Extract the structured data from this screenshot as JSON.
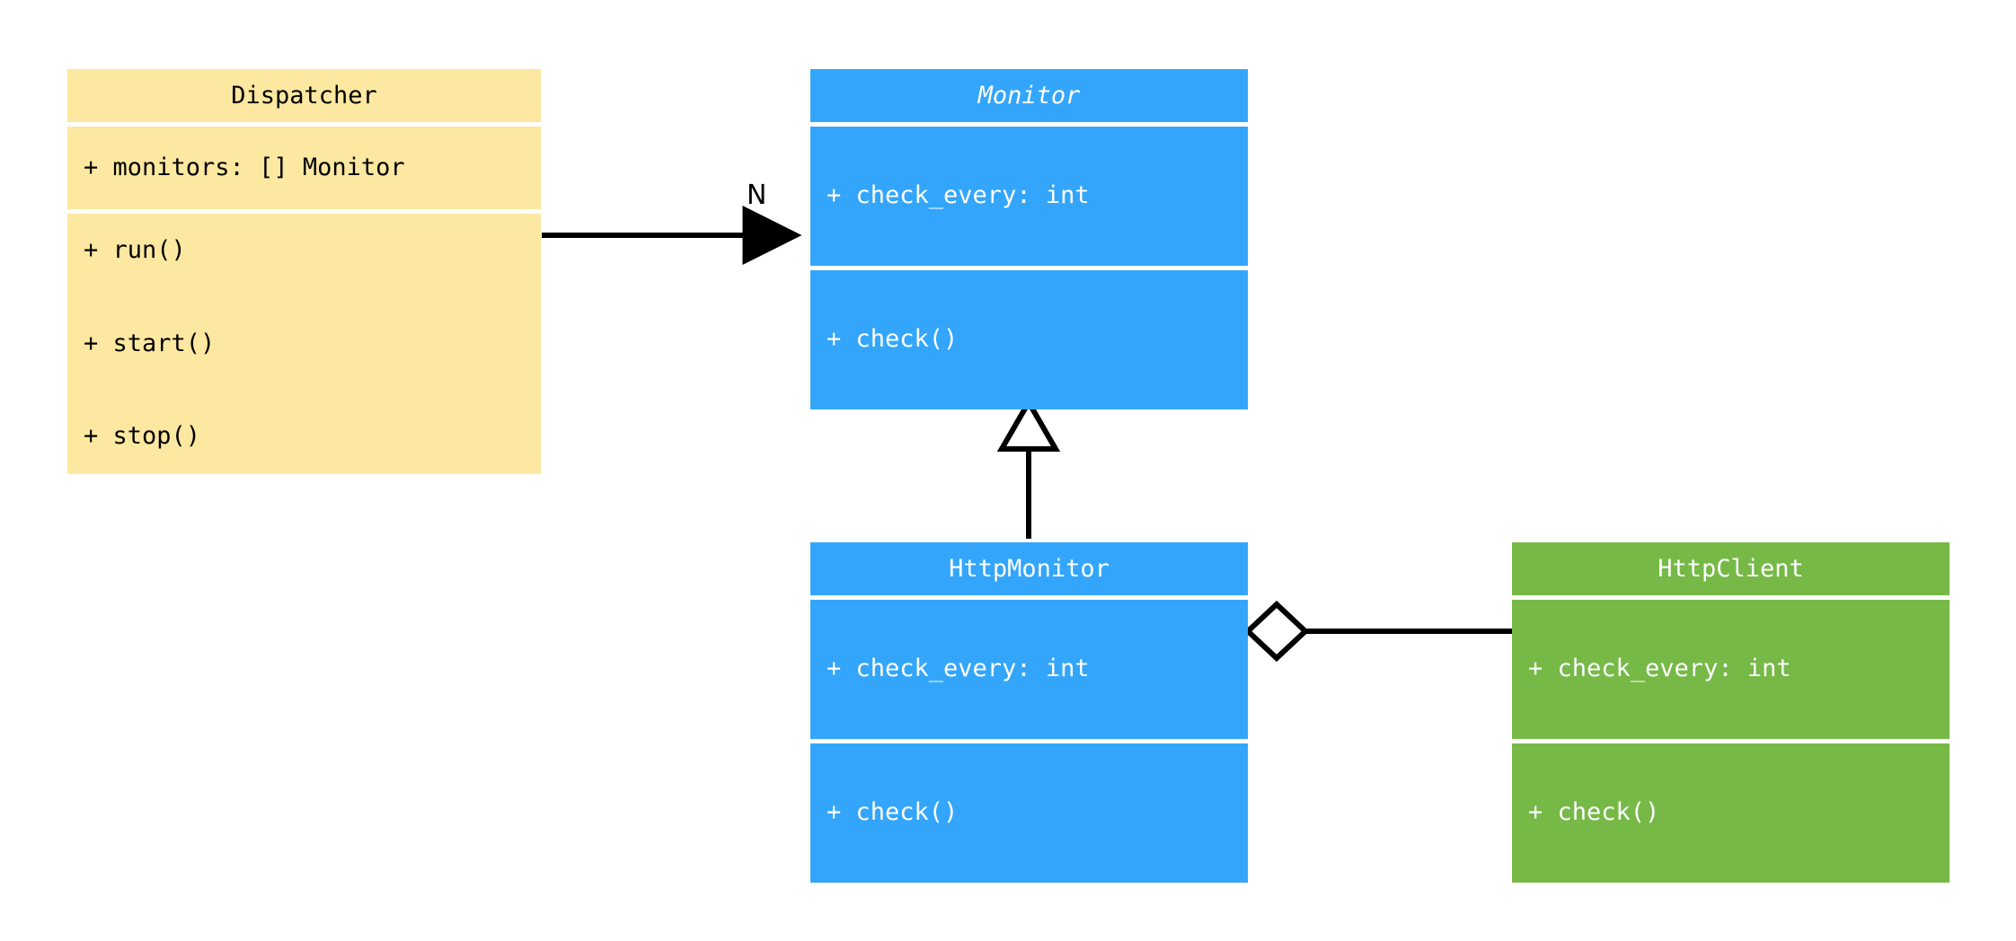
{
  "diagram": {
    "type": "uml-class-diagram",
    "background": "#ffffff",
    "palette": {
      "yellow": "#fce8a0",
      "blue": "#33a6fb",
      "green": "#76b947",
      "line": "#000000",
      "text_dark": "#000000",
      "text_light": "#ffffff"
    }
  },
  "classes": {
    "dispatcher": {
      "name": "Dispatcher",
      "abstract": false,
      "color": "#fce8a0",
      "attributes": [
        "+ monitors: [] Monitor"
      ],
      "methods": [
        "+ run()",
        "+ start()",
        "+ stop()"
      ]
    },
    "monitor": {
      "name": "Monitor",
      "abstract": true,
      "color": "#33a6fb",
      "attributes": [
        "+ check_every: int"
      ],
      "methods": [
        "+ check()"
      ]
    },
    "http_monitor": {
      "name": "HttpMonitor",
      "abstract": false,
      "color": "#33a6fb",
      "attributes": [
        "+ check_every: int"
      ],
      "methods": [
        "+ check()"
      ]
    },
    "http_client": {
      "name": "HttpClient",
      "abstract": false,
      "color": "#76b947",
      "attributes": [
        "+ check_every: int"
      ],
      "methods": [
        "+ check()"
      ]
    }
  },
  "relationships": {
    "dispatcher_to_monitor": {
      "kind": "association",
      "from": "Dispatcher",
      "to": "Monitor",
      "label": "N",
      "arrow": "filled-arrow"
    },
    "http_monitor_to_monitor": {
      "kind": "generalization",
      "from": "HttpMonitor",
      "to": "Monitor",
      "label": "",
      "arrow": "hollow-triangle"
    },
    "http_monitor_to_http_client": {
      "kind": "aggregation",
      "from": "HttpMonitor",
      "to": "HttpClient",
      "label": "",
      "arrow": "hollow-diamond"
    }
  }
}
